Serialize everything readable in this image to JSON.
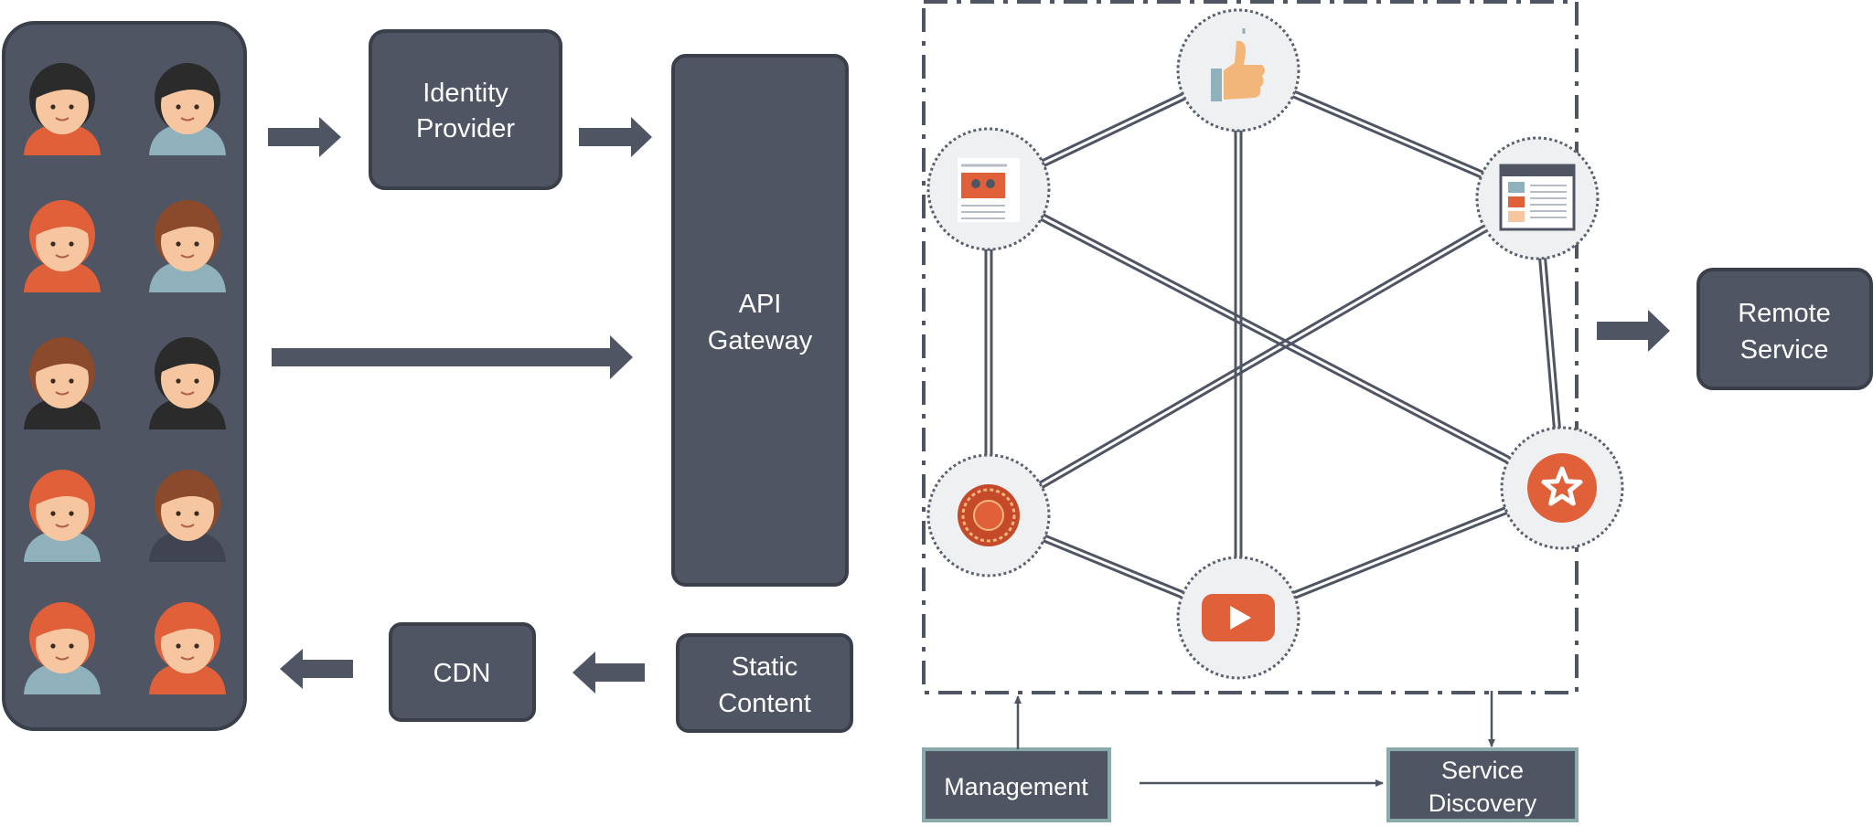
{
  "colors": {
    "box_fill": "#4f5563",
    "box_stroke": "#3a3f4a",
    "arrow": "#4f5563",
    "line": "#4f5563",
    "box_text": "#ffffff",
    "small_box_border": "#7f9fa0",
    "accent": "#e0603a",
    "circle_fill": "#eef0f1",
    "circle_stroke": "#5a6070"
  },
  "users_panel": {
    "avatars": [
      {
        "name": "user-boy-1",
        "hair": "#2b2b2b",
        "shirt": "#e0603a",
        "skin": "#f6c6a0"
      },
      {
        "name": "user-girl-1",
        "hair": "#2b2b2b",
        "shirt": "#8fb1bb",
        "skin": "#f6c6a0"
      },
      {
        "name": "user-girl-2",
        "hair": "#e0603a",
        "shirt": "#e0603a",
        "skin": "#f6c6a0"
      },
      {
        "name": "user-boy-2",
        "hair": "#8b4a2b",
        "shirt": "#8fb1bb",
        "skin": "#f6c6a0"
      },
      {
        "name": "user-man-beard",
        "hair": "#8b4a2b",
        "shirt": "#2b2b2b",
        "skin": "#f6c6a0"
      },
      {
        "name": "user-girl-3",
        "hair": "#2b2b2b",
        "shirt": "#2b2b2b",
        "skin": "#f6c6a0"
      },
      {
        "name": "user-girl-4",
        "hair": "#e0603a",
        "shirt": "#8fb1bb",
        "skin": "#f6c6a0"
      },
      {
        "name": "user-boy-3",
        "hair": "#8b4a2b",
        "shirt": "#3f4450",
        "skin": "#f6c6a0"
      },
      {
        "name": "user-boy-4",
        "hair": "#e0603a",
        "shirt": "#8fb1bb",
        "skin": "#f6c6a0"
      },
      {
        "name": "user-girl-5",
        "hair": "#e0603a",
        "shirt": "#e0603a",
        "skin": "#f6c6a0"
      }
    ]
  },
  "boxes": {
    "identity_provider": {
      "line1": "Identity",
      "line2": "Provider"
    },
    "api_gateway": {
      "line1": "API",
      "line2": "Gateway"
    },
    "cdn": {
      "label": "CDN"
    },
    "static_content": {
      "line1": "Static",
      "line2": "Content"
    },
    "remote_service": {
      "line1": "Remote",
      "line2": "Service"
    },
    "management": {
      "label": "Management"
    },
    "service_discovery": {
      "line1": "Service",
      "line2": "Discovery"
    }
  },
  "services": [
    {
      "name": "service-like",
      "icon": "thumbs-up-icon"
    },
    {
      "name": "service-browser",
      "icon": "browser-window-icon"
    },
    {
      "name": "service-favorite",
      "icon": "star-icon"
    },
    {
      "name": "service-video",
      "icon": "video-play-icon"
    },
    {
      "name": "service-popular",
      "icon": "popular-badge-icon"
    },
    {
      "name": "service-article",
      "icon": "article-icon"
    }
  ]
}
